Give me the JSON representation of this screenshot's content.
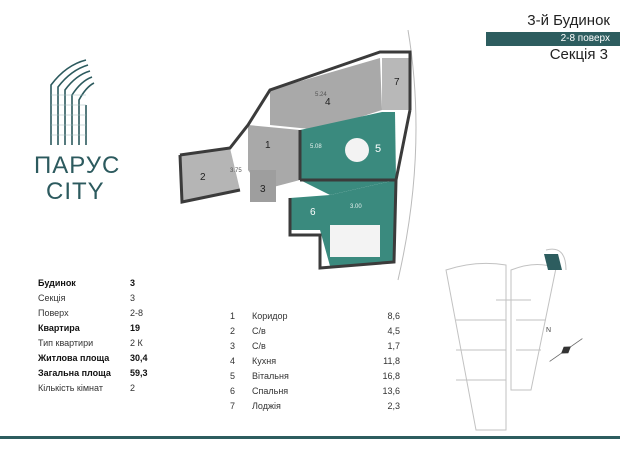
{
  "logo": {
    "word1": "ПАРУС",
    "word2": "CITY"
  },
  "header": {
    "building": "3-й Будинок",
    "floors": "2-8 поверх",
    "section": "Секція 3"
  },
  "info": [
    {
      "label": "Будинок",
      "value": "3",
      "bold": true
    },
    {
      "label": "Секція",
      "value": "3",
      "bold": false
    },
    {
      "label": "Поверх",
      "value": "2-8",
      "bold": false
    },
    {
      "label": "Квартира",
      "value": "19",
      "bold": true
    },
    {
      "label": "Тип квартири",
      "value": "2 К",
      "bold": false
    },
    {
      "label": "Житлова площа",
      "value": "30,4",
      "bold": true
    },
    {
      "label": "Загальна площа",
      "value": "59,3",
      "bold": true
    },
    {
      "label": "Кількість кімнат",
      "value": "2",
      "bold": false
    }
  ],
  "rooms": [
    {
      "num": "1",
      "name": "Коридор",
      "area": "8,6"
    },
    {
      "num": "2",
      "name": "С/в",
      "area": "4,5"
    },
    {
      "num": "3",
      "name": "С/в",
      "area": "1,7"
    },
    {
      "num": "4",
      "name": "Кухня",
      "area": "11,8"
    },
    {
      "num": "5",
      "name": "Вітальня",
      "area": "16,8"
    },
    {
      "num": "6",
      "name": "Спальня",
      "area": "13,6"
    },
    {
      "num": "7",
      "name": "Лоджія",
      "area": "2,3"
    }
  ],
  "plan_labels": {
    "r1": "1",
    "r2": "2",
    "r3": "3",
    "r4": "4",
    "r5": "5",
    "r6": "6",
    "r7": "7",
    "d1": "5.24",
    "d2": "3.75",
    "d3": "5.08",
    "d4": "3.00"
  },
  "colors": {
    "accent": "#2d5d5f",
    "room_teal": "#3a8a7e",
    "room_gray": "#a9a9a9",
    "wall": "#3b3b3b"
  }
}
